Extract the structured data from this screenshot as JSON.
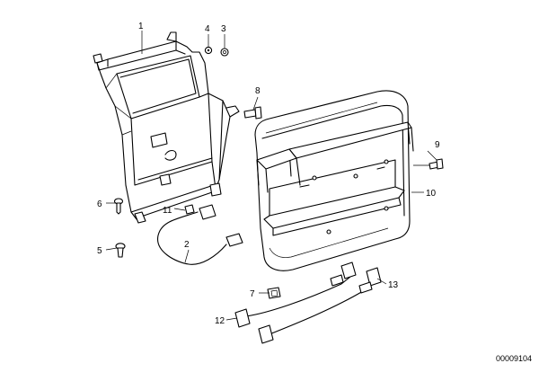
{
  "callouts": {
    "c1": "1",
    "c2": "2",
    "c3": "3",
    "c4": "4",
    "c5": "5",
    "c6": "6",
    "c7": "7",
    "c8": "8",
    "c9": "9",
    "c10": "10",
    "c11": "11",
    "c12": "12",
    "c13": "13"
  },
  "document_number": "00009104"
}
